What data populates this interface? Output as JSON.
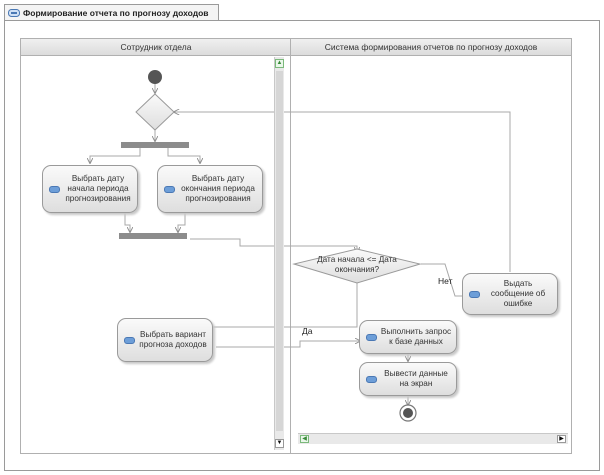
{
  "window": {
    "title": "Формирование отчета по прогнозу доходов",
    "icon": "activity-diagram-icon"
  },
  "lanes": [
    {
      "title": "Сотрудник отдела"
    },
    {
      "title": "Система формирования отчетов по прогнозу доходов"
    }
  ],
  "actions": {
    "select_start": "Выбрать дату начала периода прогнозирования",
    "select_end": "Выбрать дату окончания периода прогнозирования",
    "select_variant": "Выбрать вариант прогноза доходов",
    "run_query": "Выполнить запрос к базе данных",
    "show_data": "Вывести данные на экран",
    "show_error": "Выдать сообщение об ошибке"
  },
  "decision": {
    "condition": "Дата начала <= Дата окончания?"
  },
  "guards": {
    "no": "Нет",
    "yes": "Да"
  },
  "scrollbars": {
    "up": "▲",
    "down": "▼",
    "left": "◀",
    "right": "▶"
  },
  "colors": {
    "action_fill": "#dedede",
    "action_icon": "#6d9ed8",
    "fork_bar": "#8c8c8c",
    "node_fill": "#555555",
    "scroll_green": "#7bb97b"
  }
}
